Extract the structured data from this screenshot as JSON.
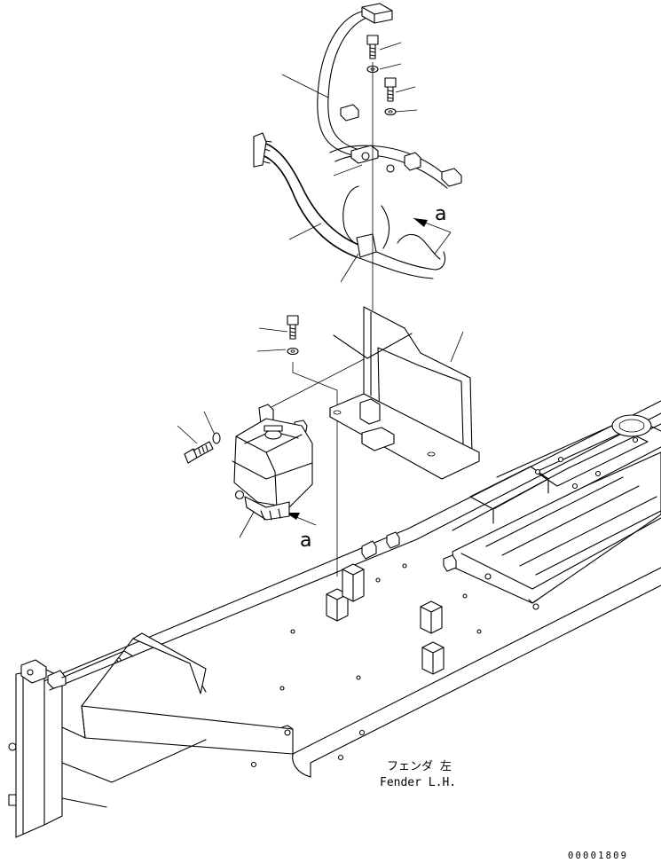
{
  "labels": {
    "fender_jp": "フェンダ 左",
    "fender_en": "Fender L.H.",
    "view_callout_upper": "a",
    "view_callout_lower": "a",
    "drawing_number": "00001809"
  },
  "icons": {
    "harness": "wire-harness-icon",
    "bolt": "bolt-icon",
    "washer": "washer-icon",
    "bracket": "bracket-icon",
    "tank": "reservoir-tank-icon",
    "fender": "fender-frame-icon",
    "arrow": "view-arrow-icon"
  }
}
